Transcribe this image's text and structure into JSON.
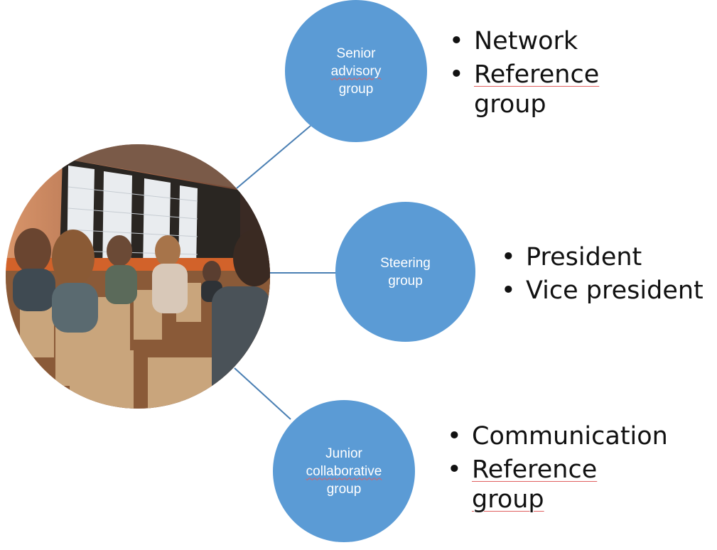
{
  "colors": {
    "node_fill": "#5b9bd5",
    "connector": "#4a7fb3",
    "text": "#111111",
    "node_text": "#ffffff"
  },
  "photo": {
    "description_icon": "audience-photo"
  },
  "nodes": {
    "senior": {
      "line1": "Senior",
      "line2": "advisory",
      "line3": "group"
    },
    "steering": {
      "line1": "Steering",
      "line2": "group"
    },
    "junior": {
      "line1": "Junior",
      "line2": "collaborative",
      "line3": "group"
    }
  },
  "lists": {
    "senior": {
      "item1": "Network",
      "item2_line1": "Reference",
      "item2_line2": "group"
    },
    "steering": {
      "item1": "President",
      "item2": "Vice president"
    },
    "junior": {
      "item1": "Communication",
      "item2_line1": "Reference",
      "item2_line2": "group"
    }
  }
}
